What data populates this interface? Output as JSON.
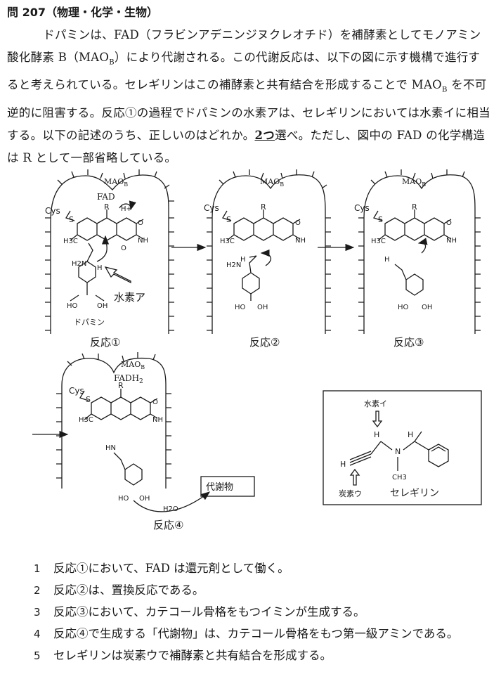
{
  "question": {
    "number": "問 207（物理・化学・生物）",
    "p1": "ドパミンは、FAD（フラビンアデニンジヌクレオチド）を補酵素としてモノアミン酸化酵素 B（MAO",
    "p1_sub": "B",
    "p2": "）により代謝される。この代謝反応は、以下の図に示す機構で進行すると考えられている。セレギリンはこの補酵素と共有結合を形成することで MAO",
    "p2_sub": "B",
    "p3": " を不可逆的に阻害する。反応①の過程でドパミンの水素アは、セレギリンにおいては水素イに相当する。以下の記述のうち、正しいのはどれか。",
    "emphasis": "2つ",
    "p4": "選べ。ただし、図中の FAD の化学構造は R として一部省略している。"
  },
  "figure": {
    "enzyme": "MAO",
    "enzyme_sub": "B",
    "fad": "FAD",
    "fadh2": "FADH",
    "fadh2_sub": "2",
    "cys": "Cys",
    "s": "S",
    "r": "R",
    "h": "H",
    "hplus": "H+",
    "n": "N",
    "nh": "NH",
    "o": "O",
    "h3c": "H3C",
    "oh": "OH",
    "ho": "HO",
    "h2n": "H2N",
    "hn": "HN",
    "dopamine": "ドパミン",
    "hydrogen_a": "水素ア",
    "reaction1": "反応①",
    "reaction2": "反応②",
    "reaction3": "反応③",
    "reaction4": "反応④",
    "water": "H2O",
    "metabolite": "代謝物",
    "selegiline_hydrogen_i": "水素イ",
    "selegiline_carbon_u": "炭素ウ",
    "selegiline_name": "セレギリン",
    "sel_h": "H",
    "sel_n": "N",
    "sel_ch3": "CH3"
  },
  "choices": [
    {
      "num": "1",
      "text": "反応①において、FAD は還元剤として働く。"
    },
    {
      "num": "2",
      "text": "反応②は、置換反応である。"
    },
    {
      "num": "3",
      "text": "反応③において、カテコール骨格をもつイミンが生成する。"
    },
    {
      "num": "4",
      "text": "反応④で生成する「代謝物」は、カテコール骨格をもつ第一級アミンである。"
    },
    {
      "num": "5",
      "text": "セレギリンは炭素ウで補酵素と共有結合を形成する。"
    }
  ]
}
